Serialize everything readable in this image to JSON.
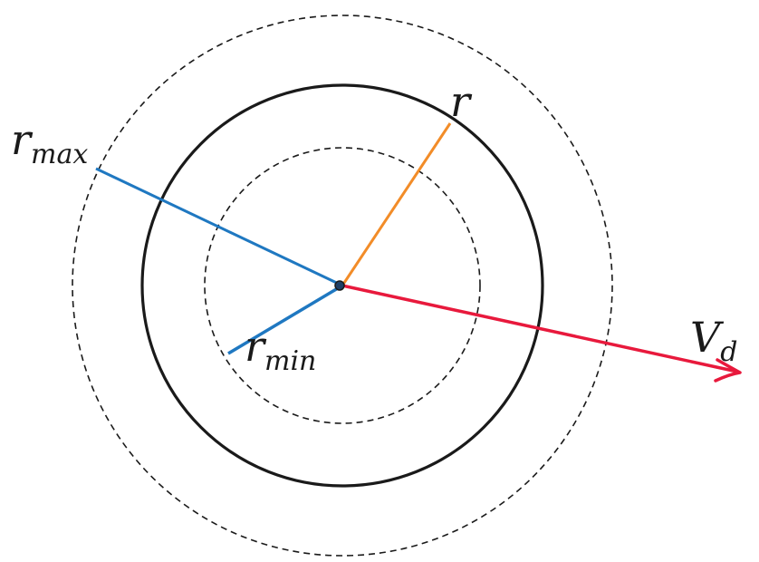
{
  "labels": {
    "r": "r",
    "r_max_base": "r",
    "r_max_sub": "max",
    "r_min_base": "r",
    "r_min_sub": "min",
    "v_d_base": "V",
    "v_d_sub": "d"
  },
  "colors": {
    "circle": "#1a1a1a",
    "r_max_line": "#1f78c1",
    "r_min_line": "#1f78c1",
    "r_line": "#f28c28",
    "velocity_arrow": "#e8193c"
  }
}
